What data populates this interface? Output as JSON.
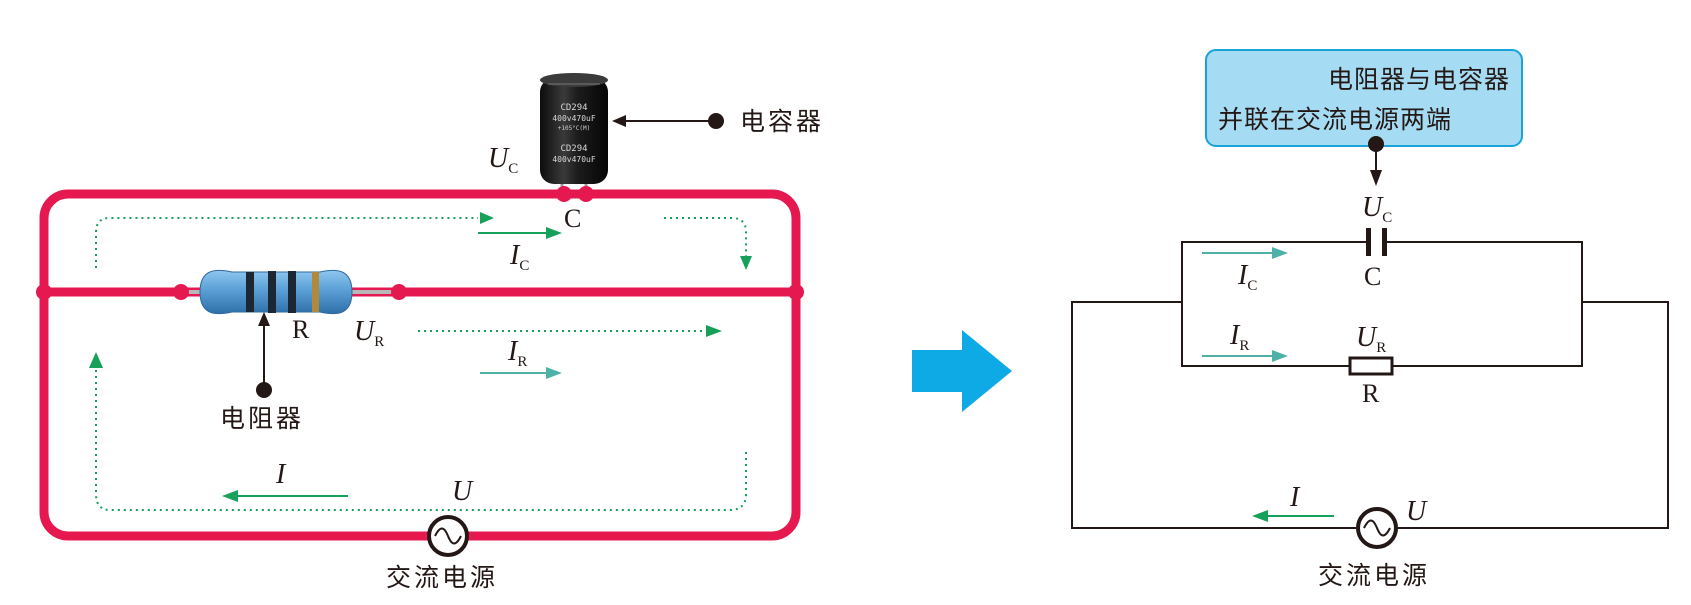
{
  "left": {
    "capacitor_label": "电容器",
    "capacitor_marking": "CD294",
    "capacitor_rating": "400v470uF",
    "capacitor_temp": "+105°C(M)",
    "resistor_label": "电阻器",
    "symbol_C": "C",
    "symbol_R": "R",
    "voltage_C": "U",
    "voltage_C_sub": "C",
    "voltage_R": "U",
    "voltage_R_sub": "R",
    "current_C": "I",
    "current_C_sub": "C",
    "current_R": "I",
    "current_R_sub": "R",
    "current_total": "I",
    "voltage_total": "U",
    "source_label": "交流电源"
  },
  "right": {
    "callout_line1": "电阻器与电容器",
    "callout_line2": "并联在交流电源两端",
    "voltage_C": "U",
    "voltage_C_sub": "C",
    "symbol_C": "C",
    "current_C": "I",
    "current_C_sub": "C",
    "current_R": "I",
    "current_R_sub": "R",
    "voltage_R": "U",
    "voltage_R_sub": "R",
    "symbol_R": "R",
    "current_total": "I",
    "voltage_total": "U",
    "source_label": "交流电源"
  },
  "colors": {
    "wire_red": "#e5194f",
    "arrow_green": "#16a05a",
    "arrow_teal": "#4fb0a8",
    "big_arrow_blue": "#0eaae6",
    "callout_fill": "#a6dcf3",
    "callout_border": "#18a3d8",
    "ink": "#231815"
  }
}
